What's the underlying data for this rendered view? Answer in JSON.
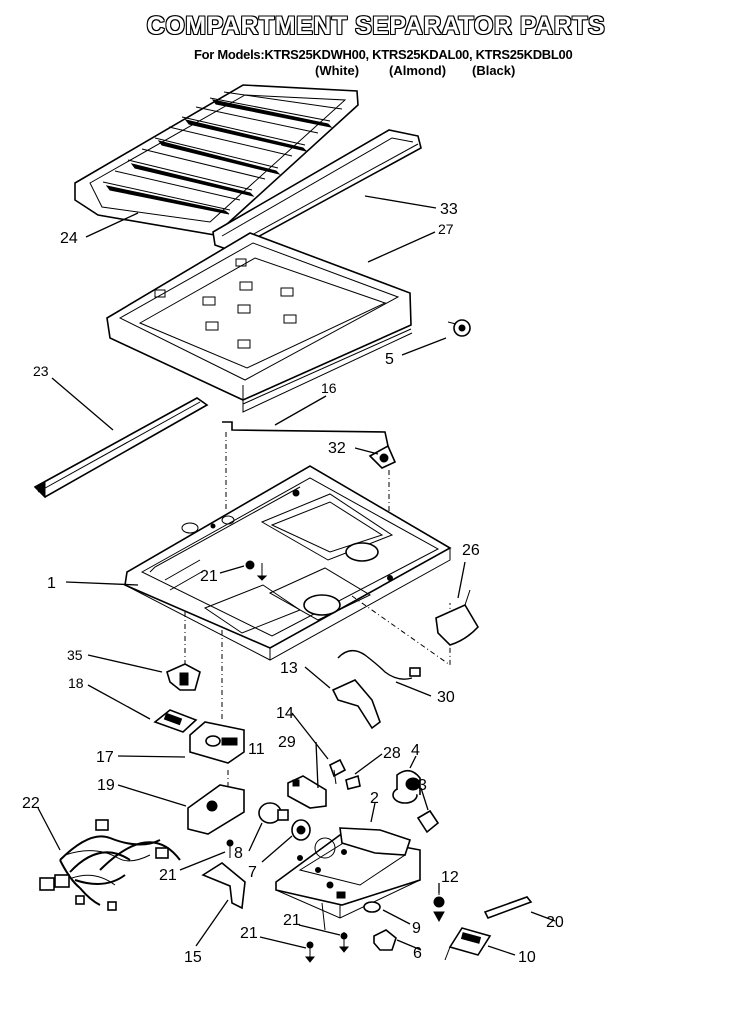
{
  "header": {
    "title": "COMPARTMENT SEPARATOR PARTS",
    "models_line": "For Models:KTRS25KDWH00, KTRS25KDAL00, KTRS25KDBL00",
    "color_white": "(White)",
    "color_almond": "(Almond)",
    "color_black": "(Black)"
  },
  "callouts": {
    "c1": "1",
    "c2": "2",
    "c3": "3",
    "c4": "4",
    "c5": "5",
    "c6": "6",
    "c7": "7",
    "c8": "8",
    "c9": "9",
    "c10": "10",
    "c11": "11",
    "c12": "12",
    "c13": "13",
    "c14": "14",
    "c15": "15",
    "c16": "16",
    "c17": "17",
    "c18": "18",
    "c19": "19",
    "c20": "20",
    "c21a": "21",
    "c21b": "21",
    "c21c": "21",
    "c21d": "21",
    "c22": "22",
    "c23": "23",
    "c24": "24",
    "c26": "26",
    "c27": "27",
    "c28": "28",
    "c29": "29",
    "c30": "30",
    "c32": "32",
    "c33": "33",
    "c35": "35"
  }
}
